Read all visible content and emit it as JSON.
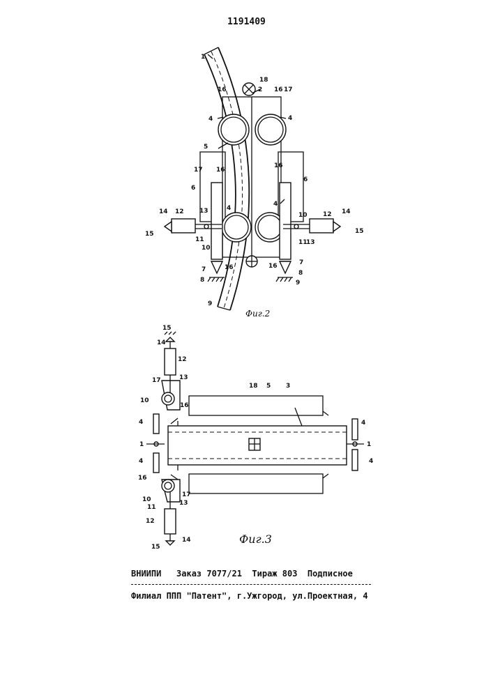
{
  "header": {
    "patent_number": "1191409"
  },
  "fig2": {
    "caption": "Фиг.2",
    "labels": [
      "1",
      "2",
      "4",
      "4",
      "4",
      "4",
      "5",
      "6",
      "6",
      "7",
      "7",
      "8",
      "8",
      "9",
      "9",
      "10",
      "10",
      "11",
      "11",
      "12",
      "12",
      "13",
      "13",
      "14",
      "14",
      "15",
      "15",
      "16",
      "16",
      "16",
      "16",
      "16",
      "16",
      "17",
      "17",
      "18"
    ]
  },
  "fig3": {
    "caption": "Фиг.3",
    "labels": [
      "1",
      "1",
      "3",
      "4",
      "4",
      "4",
      "4",
      "5",
      "10",
      "10",
      "11",
      "12",
      "12",
      "13",
      "13",
      "14",
      "14",
      "15",
      "15",
      "16",
      "16",
      "17",
      "17",
      "18"
    ]
  },
  "imprint": {
    "line1": "ВНИИПИ   Заказ 7077/21  Тираж 803  Подписное",
    "line2": "Филиал ППП \"Патент\", г.Ужгород, ул.Проектная, 4"
  }
}
